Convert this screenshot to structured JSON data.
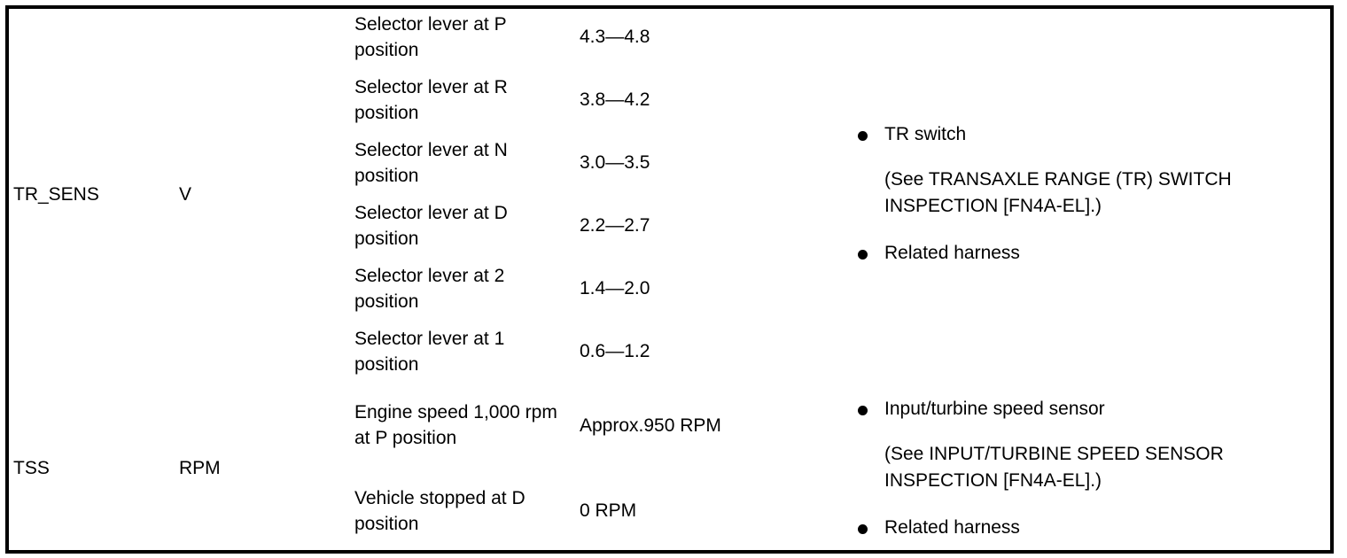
{
  "document": {
    "type": "service-manual-spec-table",
    "border_color": "#000000",
    "background": "#ffffff"
  },
  "table": {
    "columns": [
      "pid-name",
      "unit",
      "condition",
      "specification",
      "inspection-item"
    ],
    "rows": [
      {
        "id": "TR_SENS",
        "unit": "V",
        "conditions": [
          {
            "condition": "Selector lever at P position",
            "value": "4.3—4.8"
          },
          {
            "condition": "Selector lever at R position",
            "value": "3.8—4.2"
          },
          {
            "condition": "Selector lever at N position",
            "value": "3.0—3.5"
          },
          {
            "condition": "Selector lever at D position",
            "value": "2.2—2.7"
          },
          {
            "condition": "Selector lever at 2 position",
            "value": "1.4—2.0"
          },
          {
            "condition": "Selector lever at 1 position",
            "value": "0.6—1.2"
          }
        ],
        "notes": {
          "bullet_1": "TR switch",
          "reference_line_1": "(See TRANSAXLE RANGE (TR) SWITCH",
          "reference_line_2": "INSPECTION [FN4A-EL].)",
          "bullet_2": "Related harness"
        }
      },
      {
        "id": "TSS",
        "unit": "RPM",
        "conditions": [
          {
            "condition": "Engine speed 1,000 rpm at P position",
            "value": "Approx.950 RPM"
          },
          {
            "condition": "Vehicle stopped at D position",
            "value": "0 RPM"
          }
        ],
        "notes": {
          "bullet_1": "Input/turbine speed sensor",
          "reference_line_1": "(See INPUT/TURBINE SPEED SENSOR",
          "reference_line_2": "INSPECTION [FN4A-EL].)",
          "bullet_2": "Related harness"
        }
      }
    ]
  }
}
